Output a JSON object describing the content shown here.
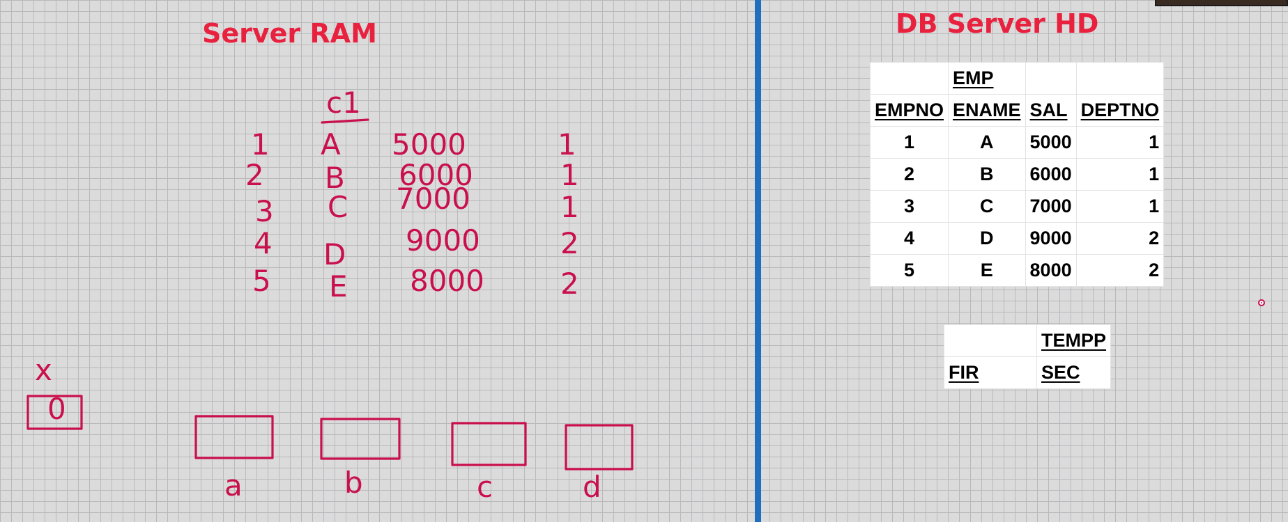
{
  "headings": {
    "server_ram": "Server RAM",
    "db_server_hd": "DB Server HD"
  },
  "ram_notes": {
    "column_label": "c1",
    "rows": [
      [
        "1",
        "A",
        "5000",
        "1"
      ],
      [
        "2",
        "B",
        "6000",
        "1"
      ],
      [
        "3",
        "C",
        "7000",
        "1"
      ],
      [
        "4",
        "D",
        "9000",
        "2"
      ],
      [
        "5",
        "E",
        "8000",
        "2"
      ]
    ],
    "variable_x": {
      "name": "x",
      "value": "0"
    },
    "variables": [
      "a",
      "b",
      "c",
      "d"
    ]
  },
  "emp_table": {
    "title": "EMP",
    "columns": [
      "EMPNO",
      "ENAME",
      "SAL",
      "DEPTNO"
    ],
    "rows": [
      [
        "1",
        "A",
        "5000",
        "1"
      ],
      [
        "2",
        "B",
        "6000",
        "1"
      ],
      [
        "3",
        "C",
        "7000",
        "1"
      ],
      [
        "4",
        "D",
        "9000",
        "2"
      ],
      [
        "5",
        "E",
        "8000",
        "2"
      ]
    ]
  },
  "tempp_table": {
    "title": "TEMPP",
    "columns": [
      "FIR",
      "SEC"
    ]
  },
  "colors": {
    "ink": "#c9104c",
    "heading": "#e8213f",
    "divider": "#1f6fbf",
    "grid": "#b9b8ba",
    "background": "#dcdbdc"
  }
}
